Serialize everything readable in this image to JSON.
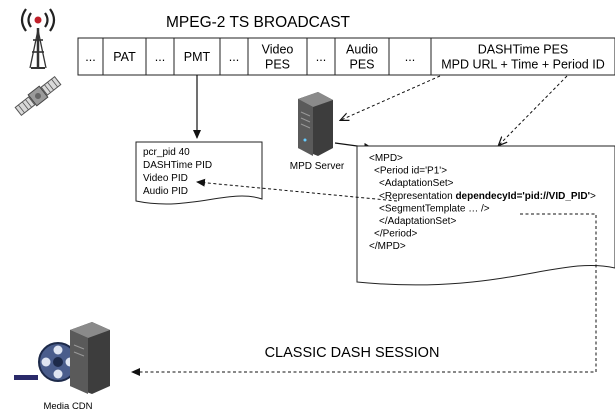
{
  "broadcast": {
    "title": "MPEG-2 TS BROADCAST",
    "segments": [
      {
        "type": "dots",
        "label": "..."
      },
      {
        "type": "box",
        "label": "PAT"
      },
      {
        "type": "dots",
        "label": "..."
      },
      {
        "type": "box",
        "label": "PMT"
      },
      {
        "type": "dots",
        "label": "..."
      },
      {
        "type": "box",
        "label": "Video\nPES"
      },
      {
        "type": "dots",
        "label": "..."
      },
      {
        "type": "box",
        "label": "Audio\nPES"
      },
      {
        "type": "dots",
        "label": "..."
      },
      {
        "type": "box",
        "label": "DASHTime PES\nMPD URL + Time + Period ID"
      }
    ]
  },
  "pmt_doc": {
    "lines": [
      "pcr_pid 40",
      "DASHTime PID",
      "Video PID",
      "Audio PID"
    ]
  },
  "mpd_server": {
    "label": "MPD Server"
  },
  "mpd_doc": {
    "lines": [
      {
        "text": "<MPD>",
        "indent": 0
      },
      {
        "text": "<Period id='P1'>",
        "indent": 1
      },
      {
        "text": "<AdaptationSet>",
        "indent": 2
      },
      {
        "text": "<Representation ",
        "bold": "dependecyId='pid://VID_PID'",
        "tail": ">",
        "indent": 2
      },
      {
        "text": "<SegmentTemplate … />",
        "indent": 2
      },
      {
        "text": "</AdaptationSet>",
        "indent": 2
      },
      {
        "text": "</Period>",
        "indent": 1
      },
      {
        "text": "</MPD>",
        "indent": 0
      }
    ]
  },
  "session": {
    "label": "CLASSIC DASH SESSION"
  },
  "cdn": {
    "label": "Media CDN"
  },
  "icons": [
    "broadcast-antenna-icon",
    "satellite-icon",
    "server-icon",
    "film-reel-icon"
  ]
}
